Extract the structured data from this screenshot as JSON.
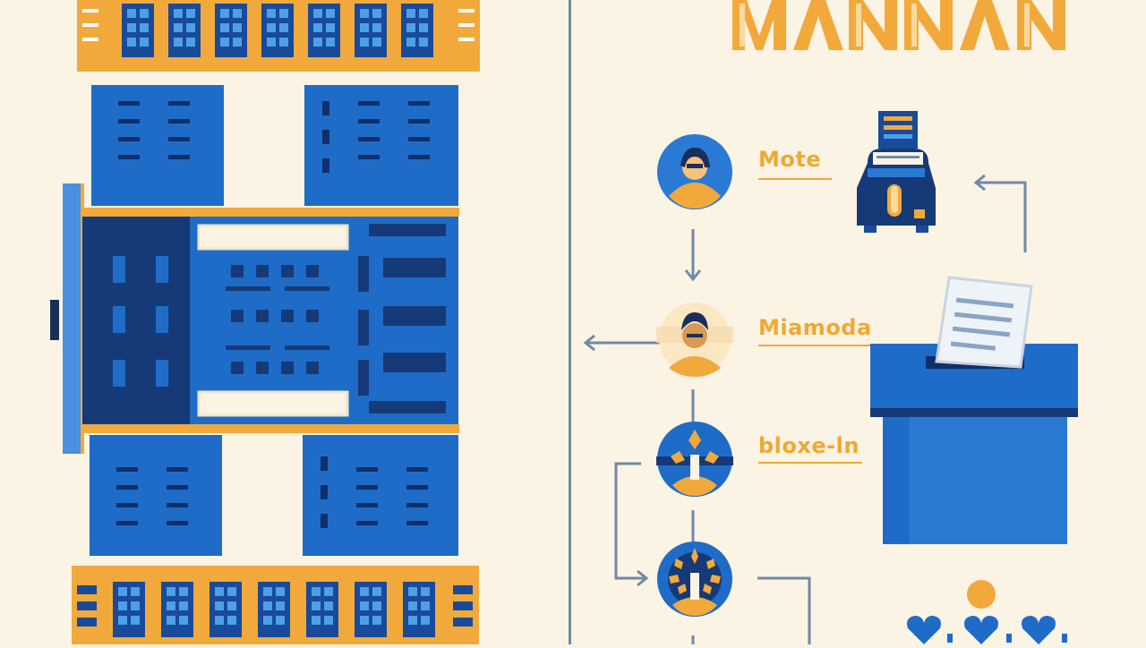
{
  "header_text": "MANNAN",
  "flow": {
    "steps": [
      {
        "label": "Mote"
      },
      {
        "label": "Miamoda"
      },
      {
        "label": "bloxe-ln"
      },
      {
        "label": ""
      }
    ]
  },
  "colors": {
    "background": "#fbf3e4",
    "blue": "#1e6cc8",
    "navy": "#163a78",
    "orange": "#f0a830"
  },
  "icons": [
    "person-icon",
    "ballot-box-icon",
    "voting-machine-icon",
    "heart-icon",
    "document-icon"
  ]
}
